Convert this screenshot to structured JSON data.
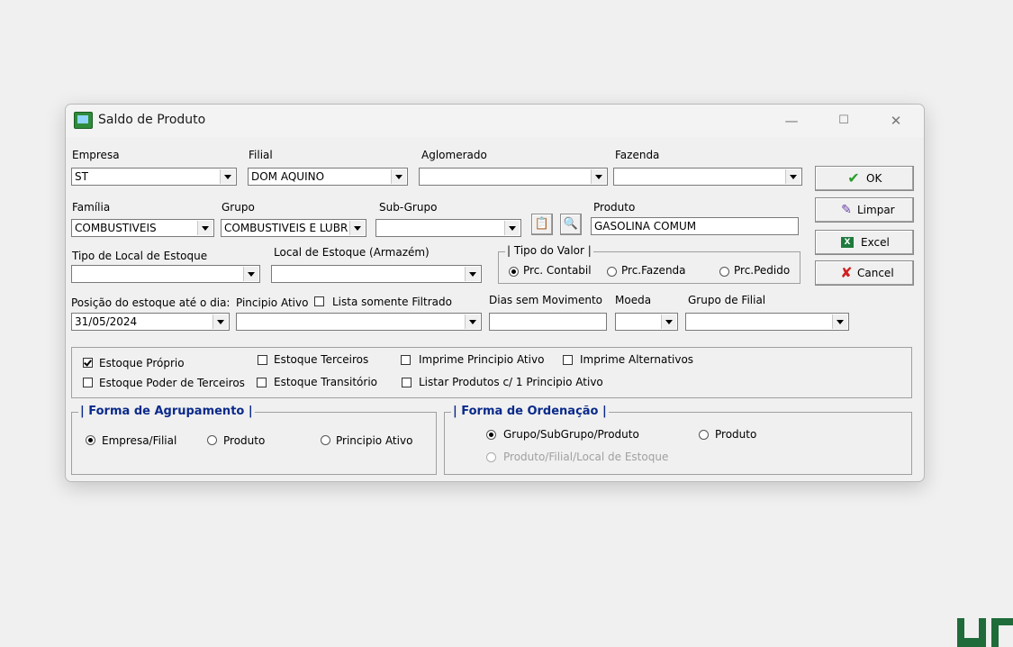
{
  "window": {
    "title": "Saldo de Produto",
    "minimize": "—",
    "maximize": "☐",
    "close": "✕"
  },
  "fields": {
    "empresa": {
      "label": "Empresa",
      "value": "ST"
    },
    "filial": {
      "label": "Filial",
      "value": "DOM AQUINO"
    },
    "aglomerado": {
      "label": "Aglomerado",
      "value": ""
    },
    "fazenda": {
      "label": "Fazenda",
      "value": ""
    },
    "familia": {
      "label": "Família",
      "value": "COMBUSTIVEIS"
    },
    "grupo": {
      "label": "Grupo",
      "value": "COMBUSTIVEIS E LUBRIF"
    },
    "subgrupo": {
      "label": "Sub-Grupo",
      "value": ""
    },
    "produto": {
      "label": "Produto",
      "value": "GASOLINA COMUM"
    },
    "tipo_local": {
      "label": "Tipo de Local de Estoque",
      "value": ""
    },
    "local_estoque": {
      "label": "Local de Estoque (Armazém)",
      "value": ""
    },
    "posicao": {
      "label": "Posição do estoque até o dia:",
      "value": "31/05/2024"
    },
    "principio": {
      "label": "Pincipio Ativo",
      "value": ""
    },
    "lista_filtrado": {
      "label": "Lista somente Filtrado"
    },
    "dias_sem_mov": {
      "label": "Dias sem Movimento",
      "value": ""
    },
    "moeda": {
      "label": "Moeda",
      "value": ""
    },
    "grupo_filial": {
      "label": "Grupo de Filial",
      "value": ""
    }
  },
  "tipo_valor": {
    "title": "Tipo do Valor",
    "options": [
      "Prc. Contabil",
      "Prc.Fazenda",
      "Prc.Pedido"
    ],
    "selected": 0
  },
  "buttons": {
    "ok": "OK",
    "limpar": "Limpar",
    "excel": "Excel",
    "cancel": "Cancel"
  },
  "checks": [
    {
      "label": "Estoque Próprio",
      "checked": true
    },
    {
      "label": "Estoque Terceiros",
      "checked": false
    },
    {
      "label": "Imprime Principio Ativo",
      "checked": false
    },
    {
      "label": "Imprime Alternativos",
      "checked": false
    },
    {
      "label": "Estoque Poder de Terceiros",
      "checked": false
    },
    {
      "label": "Estoque Transitório",
      "checked": false
    },
    {
      "label": "Listar Produtos c/ 1 Principio Ativo",
      "checked": false
    }
  ],
  "agrupamento": {
    "title": "| Forma de Agrupamento |",
    "options": [
      "Empresa/Filial",
      "Produto",
      "Principio Ativo"
    ],
    "selected": 0
  },
  "ordenacao": {
    "title": "| Forma de Ordenação |",
    "options": [
      "Grupo/SubGrupo/Produto",
      "Produto",
      "Produto/Filial/Local de Estoque"
    ],
    "selected": 0
  },
  "colors": {
    "accent": "#0a2a8a",
    "ok_green": "#2a9d2a",
    "cancel_red": "#d02020",
    "logo_green": "#1f6b3a"
  }
}
